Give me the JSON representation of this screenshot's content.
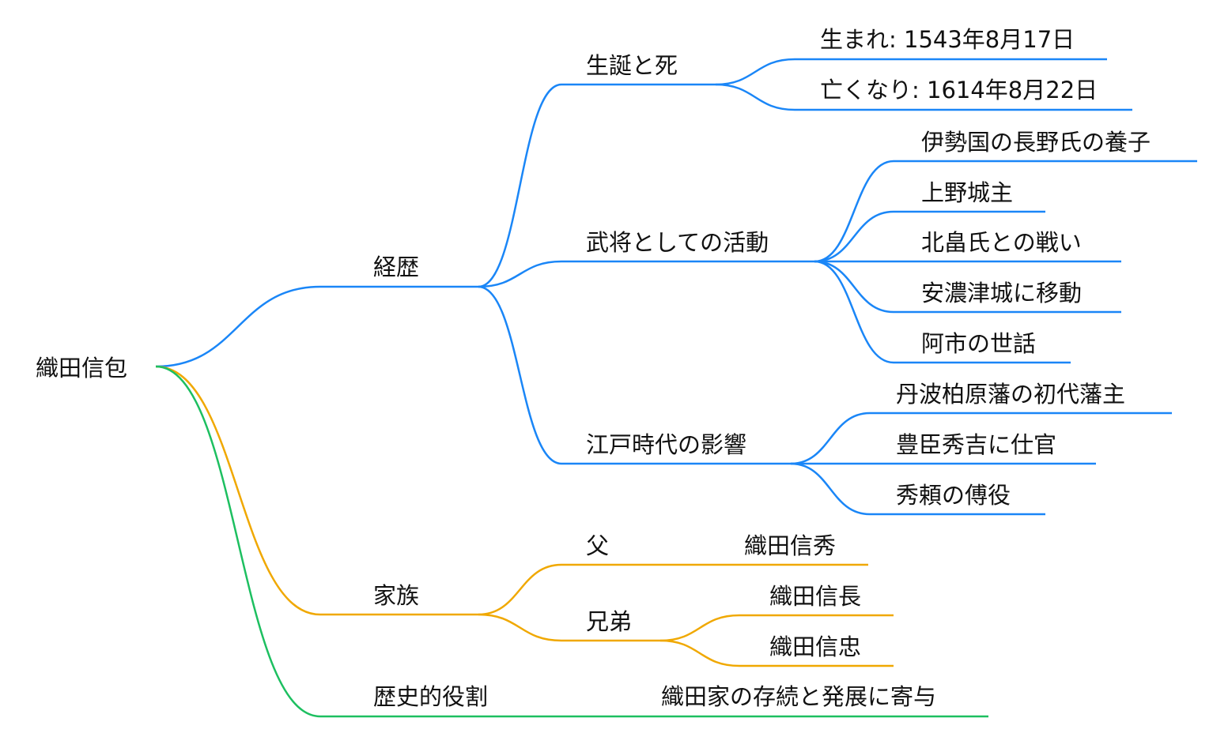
{
  "colors": {
    "blue": "#1a86f7",
    "orange": "#f0a800",
    "green": "#1dbf60"
  },
  "root": "織田信包",
  "career": {
    "label": "経歴",
    "birth_death": {
      "label": "生誕と死",
      "born": "生まれ: 1543年8月17日",
      "died": "亡くなり: 1614年8月22日"
    },
    "warrior": {
      "label": "武将としての活動",
      "items": [
        "伊勢国の長野氏の養子",
        "上野城主",
        "北畠氏との戦い",
        "安濃津城に移動",
        "阿市の世話"
      ]
    },
    "edo": {
      "label": "江戸時代の影響",
      "items": [
        "丹波柏原藩の初代藩主",
        "豊臣秀吉に仕官",
        "秀頼の傅役"
      ]
    }
  },
  "family": {
    "label": "家族",
    "father": {
      "label": "父",
      "name": "織田信秀"
    },
    "siblings": {
      "label": "兄弟",
      "items": [
        "織田信長",
        "織田信忠"
      ]
    }
  },
  "role": {
    "label": "歴史的役割",
    "item": "織田家の存続と発展に寄与"
  }
}
